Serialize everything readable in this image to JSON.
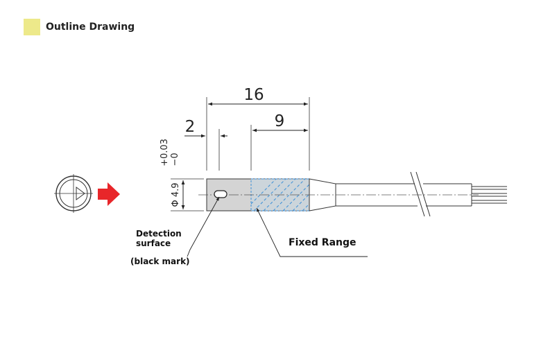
{
  "header": {
    "title": "Outline Drawing",
    "swatch_color": "#ede98a"
  },
  "dimensions": {
    "total_length": "16",
    "fixed_length": "9",
    "detection_offset": "2",
    "diameter": "Φ 4.9",
    "tolerance_upper": "+0.03",
    "tolerance_lower": "−0"
  },
  "labels": {
    "detection_line1": "Detection",
    "detection_line2": "surface",
    "detection_note": "(black mark)",
    "fixed_range": "Fixed Range"
  },
  "colors": {
    "arrow": "#e8262a",
    "body_fill": "#d4d4d4",
    "hatch": "#3a8fd8"
  }
}
